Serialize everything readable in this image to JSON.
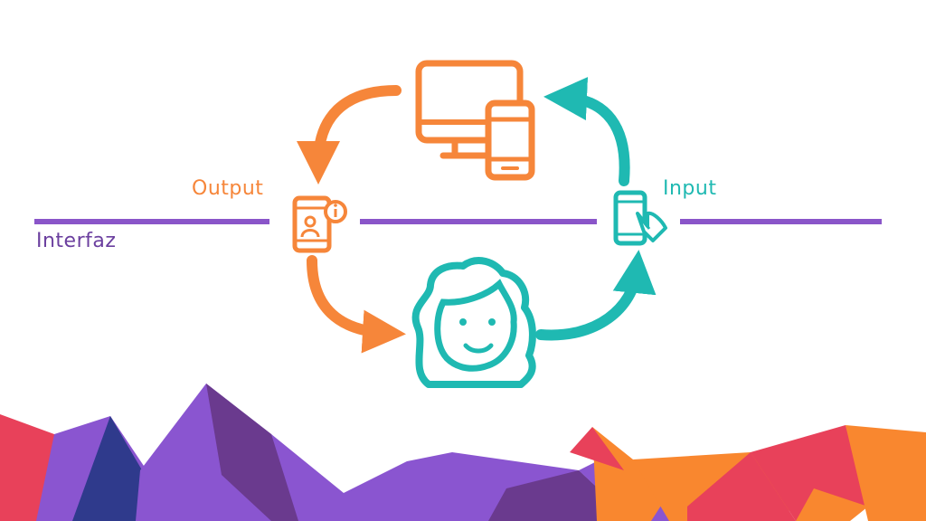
{
  "labels": {
    "output": "Output",
    "input": "Input",
    "interface": "Interfaz"
  },
  "icons": {
    "devices": "monitor-and-phone-icon",
    "output_device": "phone-info-icon",
    "input_device": "phone-touch-icon",
    "user": "user-face-icon"
  },
  "colors": {
    "orange": "#f6863a",
    "teal": "#1fb9b2",
    "purple": "#8a55c9",
    "interface_text": "#6b3f9f",
    "mountain_red": "#e8415a",
    "mountain_purple": "#8a55d0",
    "mountain_dark_purple": "#6a3a8e",
    "mountain_navy": "#2f3a8c",
    "mountain_orange": "#f9872f"
  }
}
